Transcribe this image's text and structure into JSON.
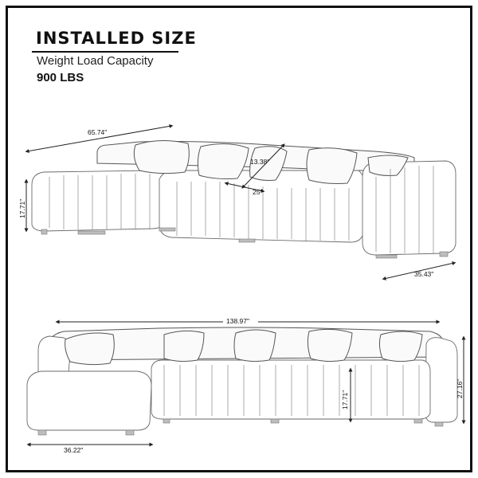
{
  "header": {
    "title": "INSTALLED SIZE",
    "capacity_label": "Weight Load Capacity",
    "capacity_value": "900 LBS"
  },
  "dimensions": {
    "top_width": "65.74\"",
    "top_cushion_height": "13.38\"",
    "top_cushion_depth": "25\"",
    "top_chaise_height": "17.71\"",
    "top_arm_depth": "35.43\"",
    "bottom_total_width": "138.97\"",
    "bottom_seat_height": "17.71\"",
    "bottom_total_height": "27.16\"",
    "bottom_ottoman_width": "36.22\""
  }
}
